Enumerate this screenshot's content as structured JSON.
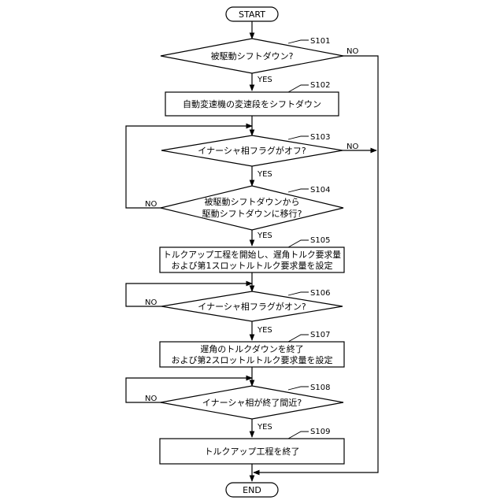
{
  "terminals": {
    "start": "START",
    "end": "END"
  },
  "steps": {
    "s101": {
      "id": "S101",
      "lines": [
        "被駆動シフトダウン?"
      ]
    },
    "s102": {
      "id": "S102",
      "lines": [
        "自動変速機の変速段をシフトダウン"
      ]
    },
    "s103": {
      "id": "S103",
      "lines": [
        "イナーシャ相フラグがオフ?"
      ]
    },
    "s104": {
      "id": "S104",
      "lines": [
        "被駆動シフトダウンから",
        "駆動シフトダウンに移行?"
      ]
    },
    "s105": {
      "id": "S105",
      "lines": [
        "トルクアップ工程を開始し、遅角トルク要求量",
        "および第1スロットルトルク要求量を設定"
      ]
    },
    "s106": {
      "id": "S106",
      "lines": [
        "イナーシャ相フラグがオン?"
      ]
    },
    "s107": {
      "id": "S107",
      "lines": [
        "遅角のトルクダウンを終了",
        "および第2スロットルトルク要求量を設定"
      ]
    },
    "s108": {
      "id": "S108",
      "lines": [
        "イナーシャ相が終了間近?"
      ]
    },
    "s109": {
      "id": "S109",
      "lines": [
        "トルクアップ工程を終了"
      ]
    }
  },
  "branch_labels": {
    "yes": "YES",
    "no": "NO"
  }
}
